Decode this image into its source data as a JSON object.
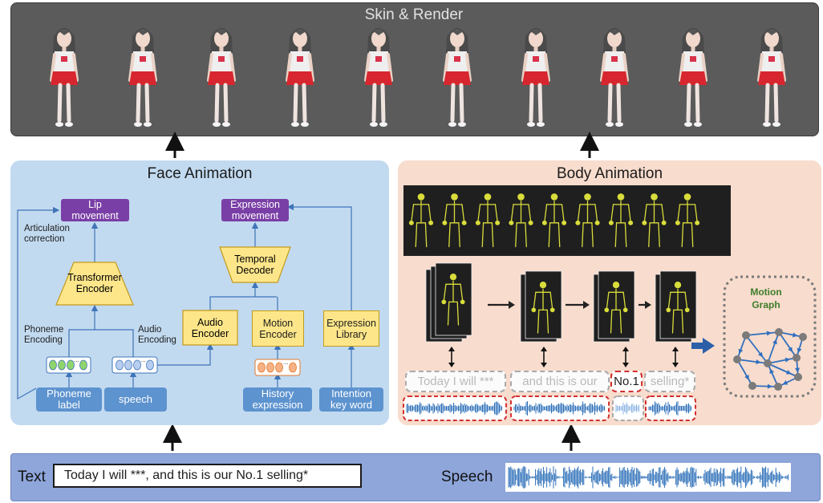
{
  "skin": {
    "title": "Skin & Render",
    "characters": 10
  },
  "face": {
    "title": "Face Animation",
    "lip_movement": "Lip movement",
    "expression_movement": "Expression movement",
    "articulation_correction": "Articulation correction",
    "transformer_encoder": "Transformer Encoder",
    "temporal_decoder": "Temporal Decoder",
    "phoneme_encoding": "Phoneme Encoding",
    "audio_encoding": "Audio Encoding",
    "audio_encoder": "Audio Encoder",
    "motion_encoder": "Motion Encoder",
    "expression_library": "Expression Library",
    "phoneme_label": "Phoneme label",
    "speech": "speech",
    "history_expression": "History expression",
    "intention_key_word": "Intention key word"
  },
  "body": {
    "title": "Body Animation",
    "motion_graph": "Motion Graph",
    "segments": [
      "Today I will ***",
      "and this is  our",
      "No.1",
      "selling*"
    ],
    "skeleton_frames": 9
  },
  "input": {
    "text_label": "Text",
    "text_value": "Today I will ***,  and this is  our No.1 selling*",
    "speech_label": "Speech"
  },
  "colors": {
    "skin_bg": "#5b5b5b",
    "face_bg": "#c2daf0",
    "body_bg": "#f8dccd",
    "input_bg": "#8ea6da",
    "accent_purple": "#7a3fa6",
    "wave_blue": "#2c6fb8",
    "red_dash": "#d23030"
  }
}
